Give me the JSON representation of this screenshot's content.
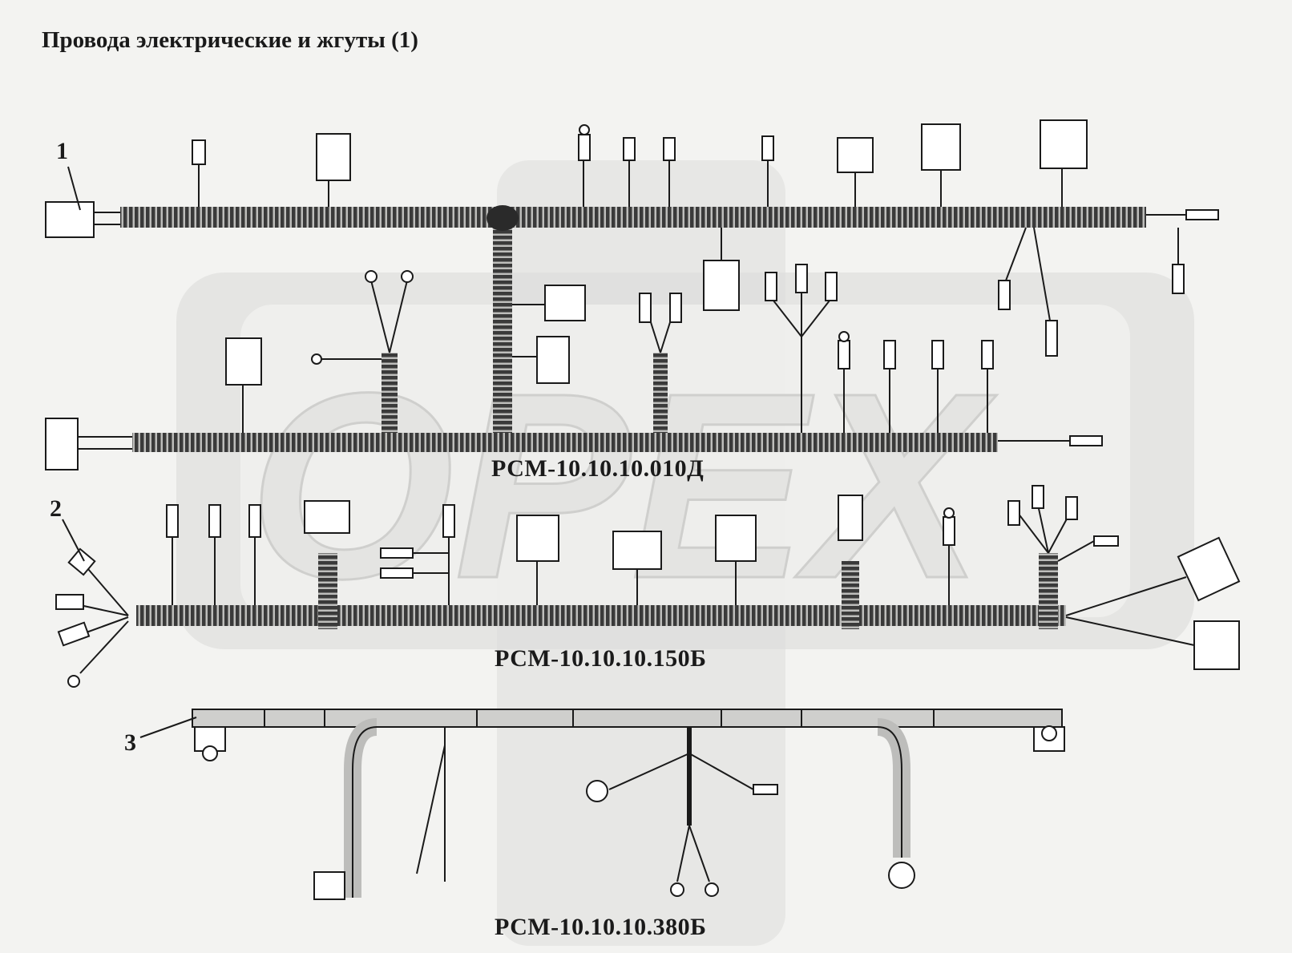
{
  "title": "Провода электрические и жгуты (1)",
  "watermark": "OPEX",
  "callouts": [
    "1",
    "2",
    "3"
  ],
  "part_codes": [
    "РСМ-10.10.10.010Д",
    "РСМ-10.10.10.150Б",
    "РСМ-10.10.10.380Б"
  ],
  "colors": {
    "background": "#f3f3f1",
    "ink": "#1a1a1a",
    "watermark": "#dcdcda"
  }
}
